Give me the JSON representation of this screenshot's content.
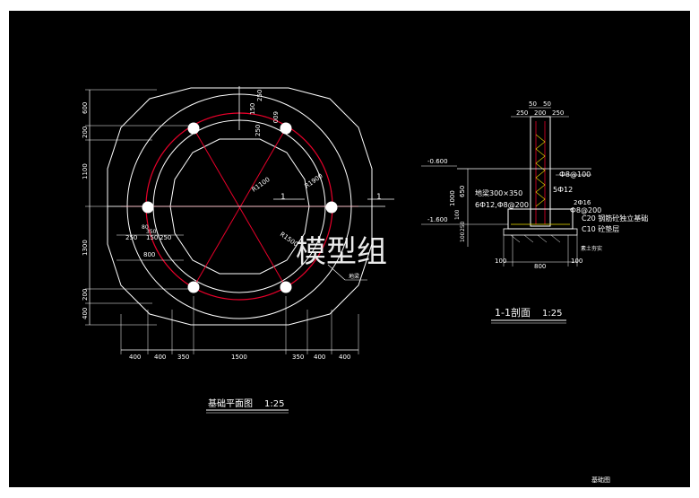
{
  "plan": {
    "title": "基础平面图",
    "scale": "1:25",
    "section_mark": "1",
    "radius_labels": [
      "R1100",
      "R1900",
      "R1500"
    ],
    "beam_label": "地梁",
    "left_dims": [
      "600",
      "200",
      "1100",
      "1300",
      "200",
      "400"
    ],
    "bottom_dims": [
      "400",
      "400",
      "350",
      "1500",
      "350",
      "400",
      "400"
    ],
    "top_dims": [
      "250",
      "150",
      "600",
      "250"
    ],
    "mid_dims": [
      "250",
      "150",
      "350",
      "250",
      "800",
      "80"
    ]
  },
  "section": {
    "title": "1-1剖面",
    "scale": "1:25",
    "top_dims": [
      "50",
      "50",
      "250",
      "200",
      "250"
    ],
    "levels": [
      "-0.600",
      "-1.600"
    ],
    "left_dims": [
      "1000",
      "650",
      "100",
      "250",
      "100"
    ],
    "notes": [
      "地梁300×350",
      "6Ф12,Ф8@200",
      "Ф8@100",
      "5Ф12",
      "2Ф16",
      "Ф8@200",
      "C20 钢筋砼独立基础",
      "C10 砼垫层",
      "素土夯实"
    ],
    "bottom_dims": [
      "100",
      "800",
      "100"
    ]
  },
  "footer_label": "基础图",
  "watermark": "模型组",
  "colors": {
    "line": "#ffffff",
    "red": "#e8002a",
    "yellow": "#f2e100",
    "background": "#000000"
  }
}
